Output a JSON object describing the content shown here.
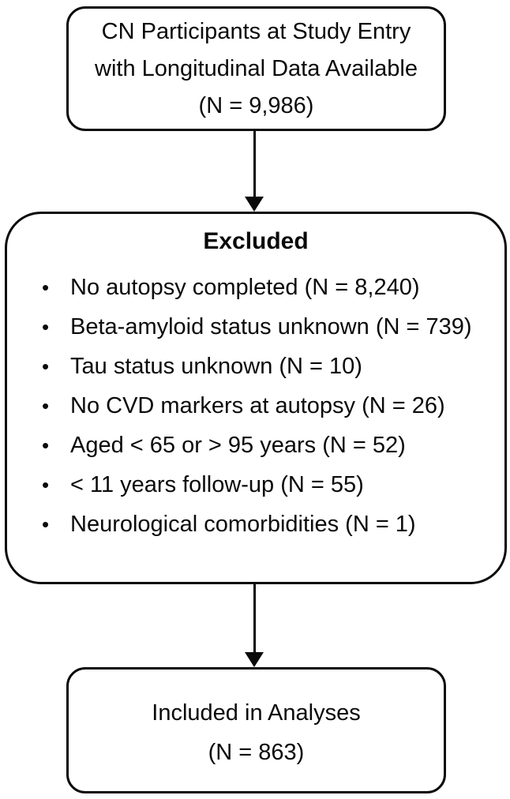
{
  "figure": {
    "background_color": "#ffffff",
    "border_color": "#0a0a0a",
    "text_color": "#0a0a0a"
  },
  "top_box": {
    "lines": [
      "CN Participants at Study Entry",
      "with Longitudinal Data Available",
      "(N = 9,986)"
    ]
  },
  "excluded_box": {
    "title": "Excluded",
    "bullet_glyph": "•",
    "items": [
      "No autopsy completed (N = 8,240)",
      "Beta-amyloid status unknown (N = 739)",
      "Tau status unknown (N = 10)",
      "No CVD markers at autopsy (N = 26)",
      "Aged < 65 or > 95 years (N = 52)",
      "< 11 years follow-up (N = 55)",
      "Neurological comorbidities (N = 1)"
    ]
  },
  "included_box": {
    "lines": [
      "Included in Analyses",
      "(N = 863)"
    ]
  }
}
